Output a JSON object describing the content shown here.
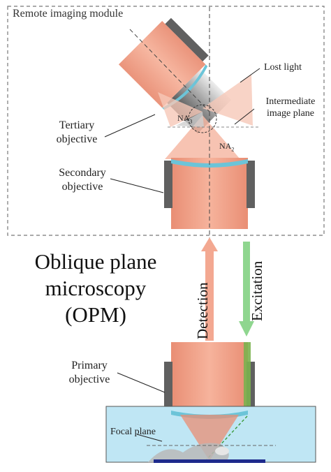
{
  "module_label": "Remote imaging module",
  "lost_light_label": "Lost light",
  "intermediate_plane_label": [
    "Intermediate",
    "image plane"
  ],
  "tertiary_label": [
    "Tertiary",
    "objective"
  ],
  "secondary_label": [
    "Secondary",
    "objective"
  ],
  "title": [
    "Oblique plane",
    "microscopy",
    "(OPM)"
  ],
  "detection_label": "Detection",
  "excitation_label": "Excitation",
  "primary_label": [
    "Primary",
    "objective"
  ],
  "focal_plane_label": "Focal plane",
  "na3": {
    "base": "NA",
    "sub": "3"
  },
  "na2": {
    "base": "NA",
    "sub": "2"
  },
  "colors": {
    "objective_body": "#f2a58e",
    "objective_dark": "#606060",
    "lens_blue": "#6cc4d8",
    "beam_salmon": "#f6b8a4",
    "excitation_green": "#8fd68f",
    "water_blue": "#bfe6f4",
    "sample_gray": "#b8b8b8",
    "coverslip_navy": "#1e2a8c",
    "dashed_box": "#777777"
  }
}
